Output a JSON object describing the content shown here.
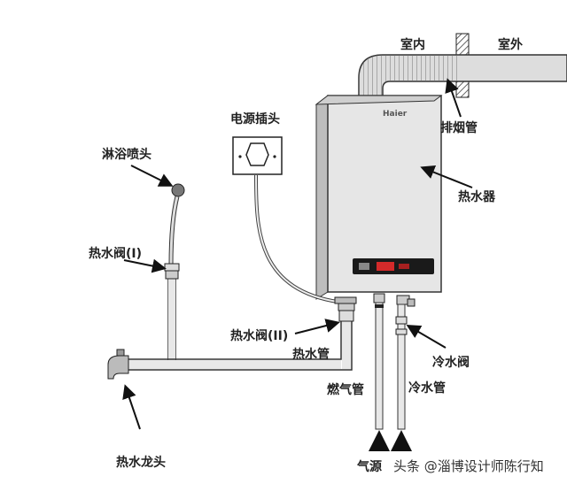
{
  "labels": {
    "indoor": "室内",
    "outdoor": "室外",
    "flue_pipe": "排烟管",
    "power_plug": "电源插头",
    "shower_head": "淋浴喷头",
    "water_heater": "热水器",
    "hot_valve_1": "热水阀(I)",
    "hot_valve_2": "热水阀(II)",
    "hot_pipe": "热水管",
    "cold_valve": "冷水阀",
    "gas_pipe": "燃气管",
    "cold_pipe": "冷水管",
    "hot_faucet": "热水龙头",
    "gas_source": "气源"
  },
  "brand": "Haier",
  "watermark": "头条 @淄博设计师陈行知",
  "colors": {
    "line": "#222222",
    "display": "#1a1a1a",
    "display_digits": "#d42a2a",
    "body": "#e6e6e6"
  }
}
